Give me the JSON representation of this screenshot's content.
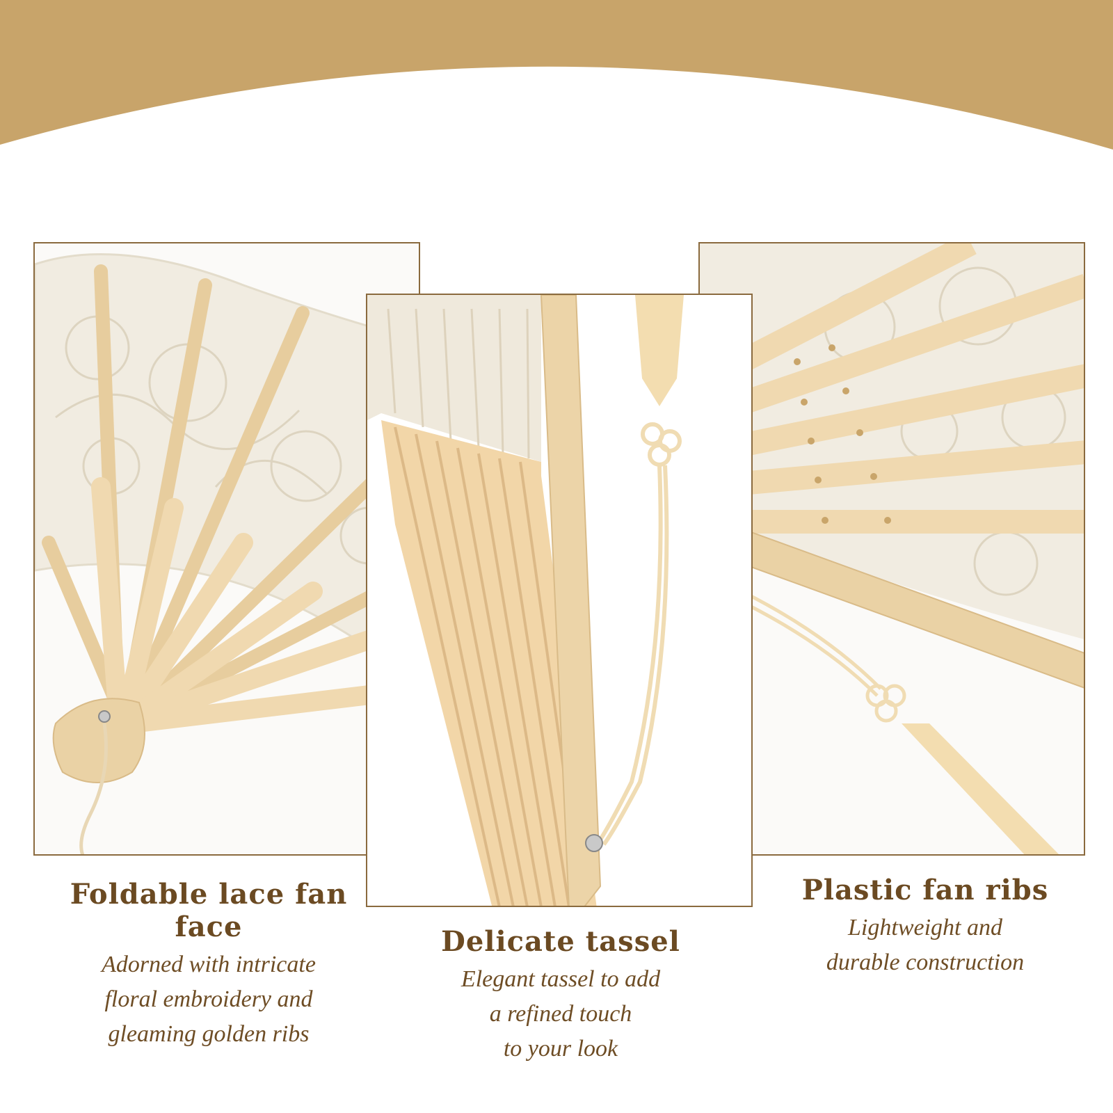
{
  "colors": {
    "band": "#c8a46a",
    "title_text": "#6b4a22",
    "border": "#8a6a3e",
    "lace": "#f3eee4",
    "bamboo": "#f0d9b0",
    "bamboo_dark": "#d9bb88"
  },
  "features": [
    {
      "title": "Foldable lace fan face",
      "lines": [
        "Adorned with intricate",
        "floral embroidery and",
        "gleaming golden ribs"
      ]
    },
    {
      "title": "Delicate tassel",
      "lines": [
        "Elegant tassel to add",
        "a refined touch",
        "to your look"
      ]
    },
    {
      "title": "Plastic fan ribs",
      "lines": [
        "Lightweight and",
        "durable construction"
      ]
    }
  ]
}
